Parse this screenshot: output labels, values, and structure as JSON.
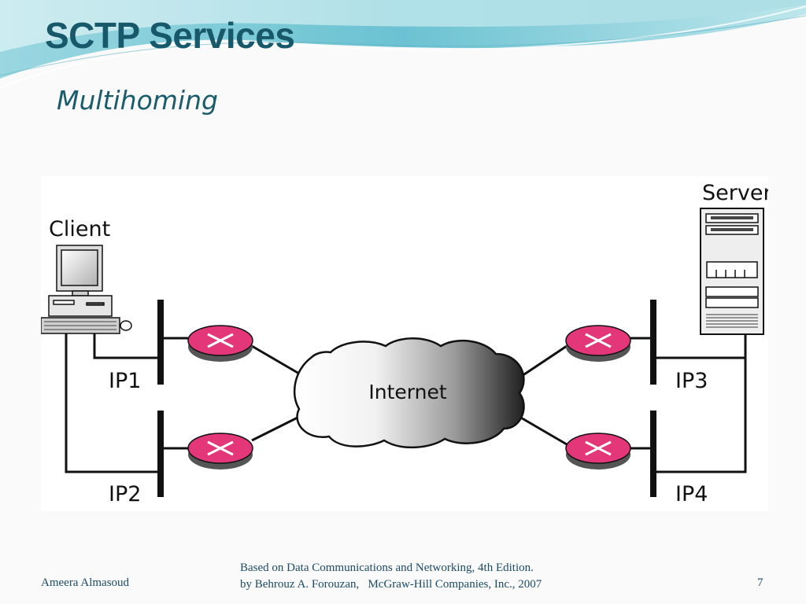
{
  "slide": {
    "title": "SCTP Services",
    "subtitle": "Multihoming"
  },
  "diagram": {
    "client_label": "Client",
    "server_label": "Server",
    "internet_label": "Internet",
    "interfaces": [
      "IP1",
      "IP2",
      "IP3",
      "IP4"
    ]
  },
  "footer": {
    "author": "Ameera Almasoud",
    "credit_line1": "Based on Data Communications and Networking, 4th Edition.",
    "credit_line2": "by Behrouz A. Forouzan,   McGraw-Hill Companies, Inc., 2007",
    "page_number": "7"
  },
  "colors": {
    "title": "#17596b",
    "router": "#e3377a",
    "footer_text": "#1b4a66"
  },
  "icons": [
    "desktop-computer-icon",
    "server-tower-icon",
    "router-icon",
    "cloud-icon"
  ]
}
